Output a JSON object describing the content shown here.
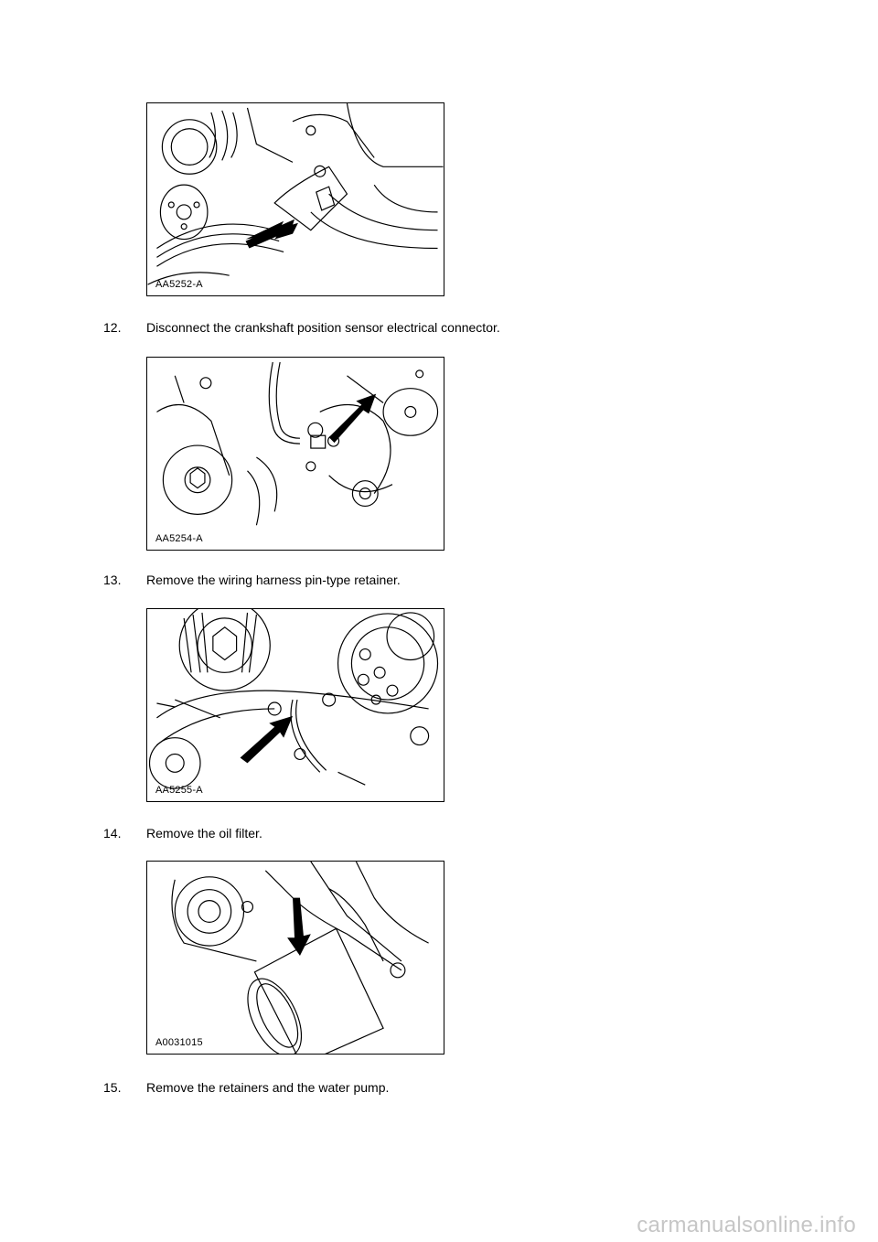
{
  "figures": [
    {
      "code": "AA5252-A"
    },
    {
      "code": "AA5254-A"
    },
    {
      "code": "AA5255-A"
    },
    {
      "code": "A0031015"
    }
  ],
  "steps": [
    {
      "number": "12.",
      "text": "Disconnect the crankshaft position sensor electrical connector."
    },
    {
      "number": "13.",
      "text": "Remove the wiring harness pin-type retainer."
    },
    {
      "number": "14.",
      "text": "Remove the oil filter."
    },
    {
      "number": "15.",
      "text": "Remove the retainers and the water pump."
    }
  ],
  "watermark": "carmanualsonline.info"
}
